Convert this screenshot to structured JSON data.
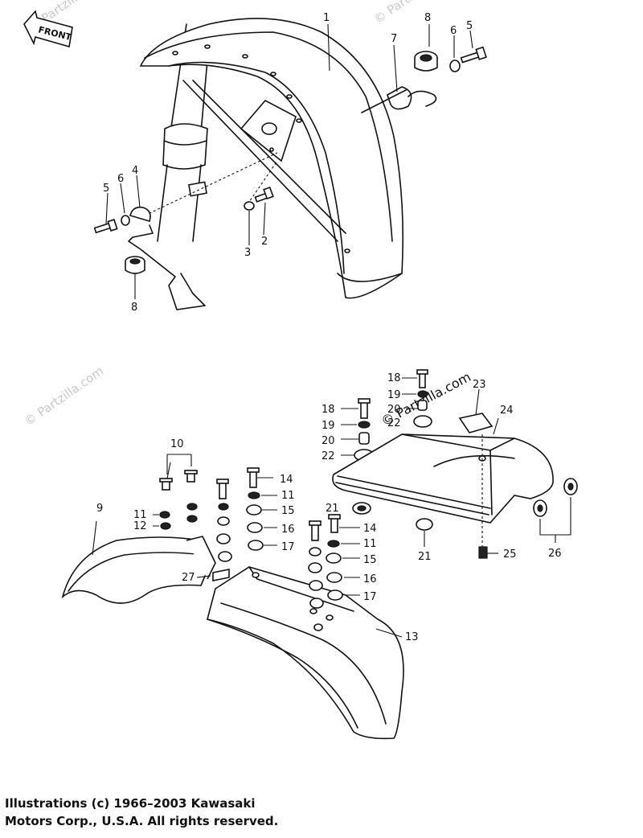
{
  "front_arrow": {
    "label": "FRONT"
  },
  "watermarks": [
    {
      "text": "© Partzilla.com",
      "style": "light"
    },
    {
      "text": "© Partzilla.com",
      "style": "light"
    },
    {
      "text": "© Partzilla.com",
      "style": "light"
    },
    {
      "text": "© Partzilla.com",
      "style": "dark"
    }
  ],
  "callouts": [
    {
      "id": "c1",
      "label": "1"
    },
    {
      "id": "c2",
      "label": "2"
    },
    {
      "id": "c3",
      "label": "3"
    },
    {
      "id": "c4",
      "label": "4"
    },
    {
      "id": "c5a",
      "label": "5"
    },
    {
      "id": "c5b",
      "label": "5"
    },
    {
      "id": "c6a",
      "label": "6"
    },
    {
      "id": "c6b",
      "label": "6"
    },
    {
      "id": "c7",
      "label": "7"
    },
    {
      "id": "c8a",
      "label": "8"
    },
    {
      "id": "c8b",
      "label": "8"
    },
    {
      "id": "c9",
      "label": "9"
    },
    {
      "id": "c10",
      "label": "10"
    },
    {
      "id": "c11a",
      "label": "11"
    },
    {
      "id": "c11b",
      "label": "11"
    },
    {
      "id": "c11c",
      "label": "11"
    },
    {
      "id": "c12",
      "label": "12"
    },
    {
      "id": "c13",
      "label": "13"
    },
    {
      "id": "c14a",
      "label": "14"
    },
    {
      "id": "c14b",
      "label": "14"
    },
    {
      "id": "c15a",
      "label": "15"
    },
    {
      "id": "c15b",
      "label": "15"
    },
    {
      "id": "c16a",
      "label": "16"
    },
    {
      "id": "c16b",
      "label": "16"
    },
    {
      "id": "c17a",
      "label": "17"
    },
    {
      "id": "c17b",
      "label": "17"
    },
    {
      "id": "c18a",
      "label": "18"
    },
    {
      "id": "c18b",
      "label": "18"
    },
    {
      "id": "c19a",
      "label": "19"
    },
    {
      "id": "c19b",
      "label": "19"
    },
    {
      "id": "c20a",
      "label": "20"
    },
    {
      "id": "c20b",
      "label": "20"
    },
    {
      "id": "c21a",
      "label": "21"
    },
    {
      "id": "c21b",
      "label": "21"
    },
    {
      "id": "c22a",
      "label": "22"
    },
    {
      "id": "c22b",
      "label": "22"
    },
    {
      "id": "c23",
      "label": "23"
    },
    {
      "id": "c24",
      "label": "24"
    },
    {
      "id": "c25",
      "label": "25"
    },
    {
      "id": "c26",
      "label": "26"
    },
    {
      "id": "c27",
      "label": "27"
    }
  ],
  "copyright": {
    "line1": "Illustrations (c) 1966–2003 Kawasaki",
    "line2": "Motors Corp., U.S.A.  All rights reserved."
  }
}
